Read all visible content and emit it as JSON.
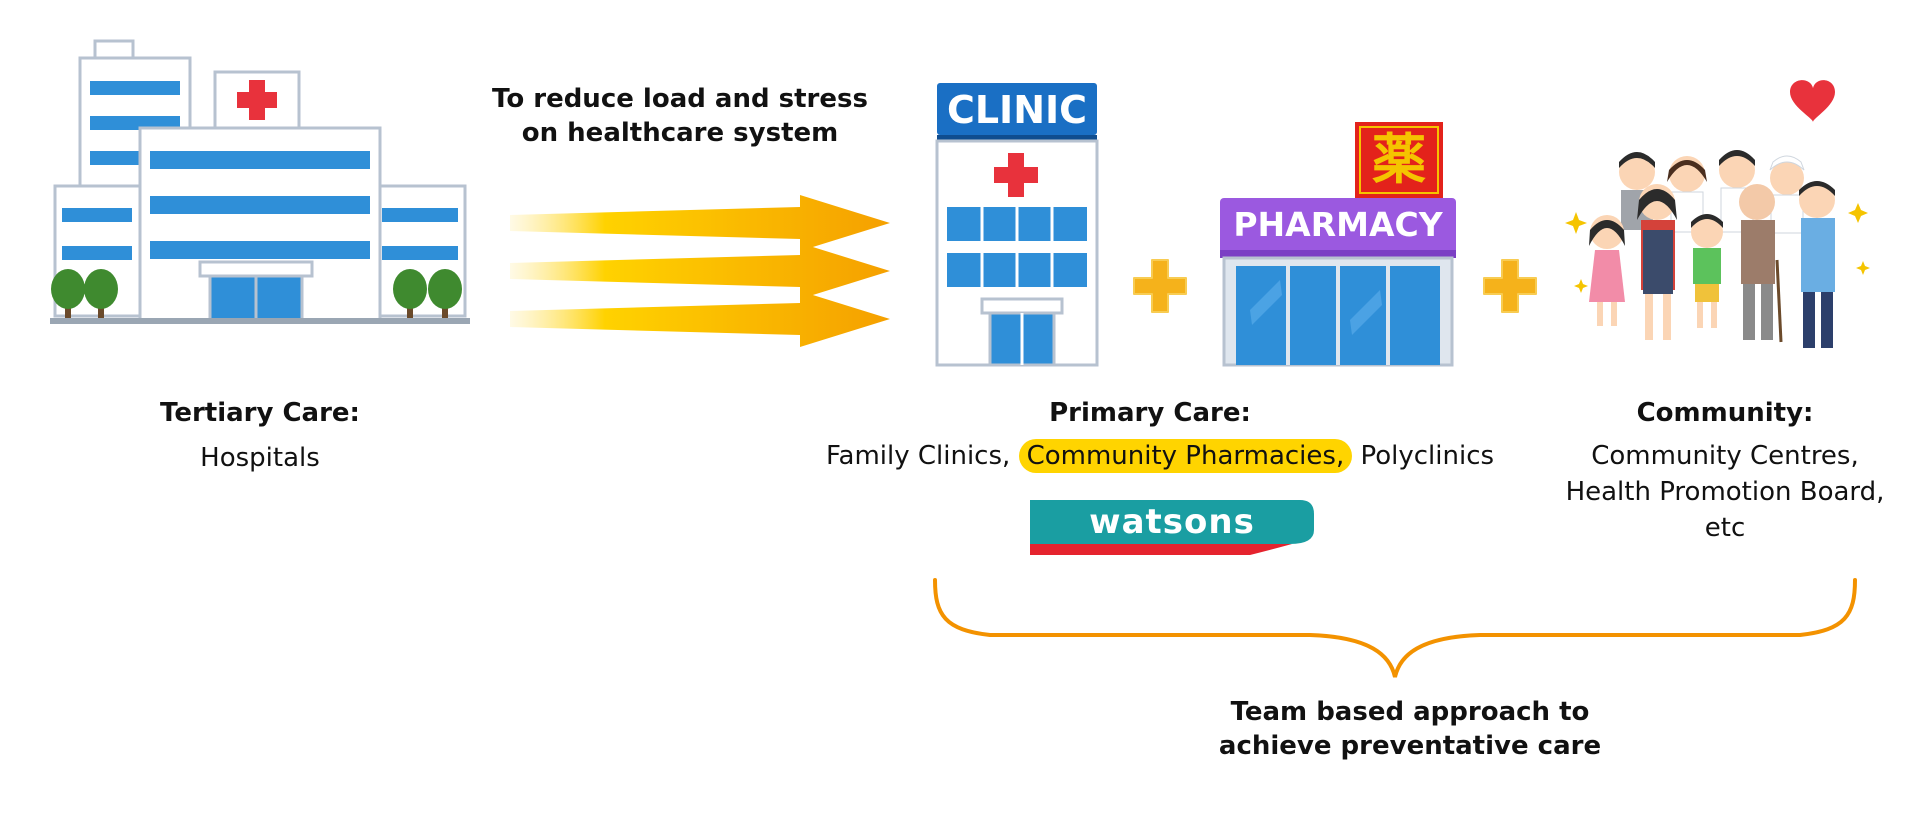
{
  "arrows_caption": {
    "line1": "To reduce load and stress",
    "line2": "on healthcare system"
  },
  "tertiary": {
    "title": "Tertiary Care:",
    "subtitle": "Hospitals"
  },
  "clinic": {
    "sign": "CLINIC"
  },
  "pharmacy": {
    "sign": "PHARMACY",
    "kanji": "薬"
  },
  "primary": {
    "title": "Primary Care:",
    "item1": "Family Clinics,",
    "item2": "Community Pharmacies,",
    "item3": "Polyclinics",
    "brand": "watsons"
  },
  "community": {
    "title": "Community:",
    "line1": "Community Centres,",
    "line2": "Health Promotion Board,",
    "line3": "etc"
  },
  "team": {
    "line1": "Team based approach to",
    "line2": "achieve preventative care"
  },
  "colors": {
    "building_blue": "#2f8fd8",
    "clinic_sign": "#1a6fc4",
    "pharmacy_sign": "#9b59e0",
    "cross_red": "#e8323c",
    "plus_gold": "#f5b21b",
    "arrow_yellow": "#ffd200",
    "arrow_orange": "#f5a000",
    "highlight": "#ffd400",
    "brace_orange": "#f39200",
    "watsons_teal": "#1a9ea2",
    "watsons_red": "#e5232e"
  }
}
